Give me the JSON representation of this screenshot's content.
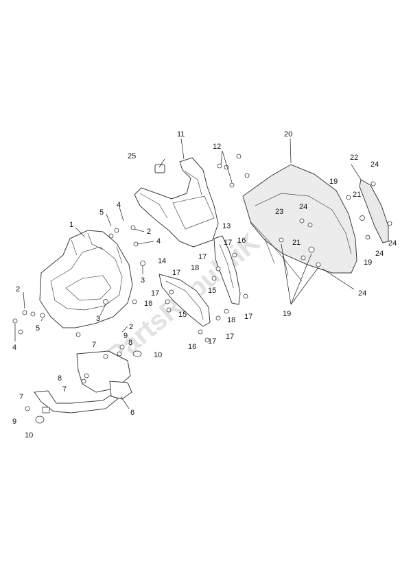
{
  "watermark": "PartsRepubliK",
  "callouts": [
    "1",
    "2",
    "2",
    "2",
    "3",
    "3",
    "4",
    "4",
    "4",
    "5",
    "5",
    "6",
    "7",
    "7",
    "7",
    "8",
    "8",
    "9",
    "9",
    "10",
    "10",
    "11",
    "12",
    "13",
    "14",
    "15",
    "15",
    "16",
    "16",
    "16",
    "17",
    "17",
    "17",
    "17",
    "17",
    "17",
    "17",
    "18",
    "18",
    "19",
    "19",
    "19",
    "20",
    "21",
    "21",
    "22",
    "23",
    "24",
    "24",
    "24",
    "24",
    "24",
    "25"
  ]
}
